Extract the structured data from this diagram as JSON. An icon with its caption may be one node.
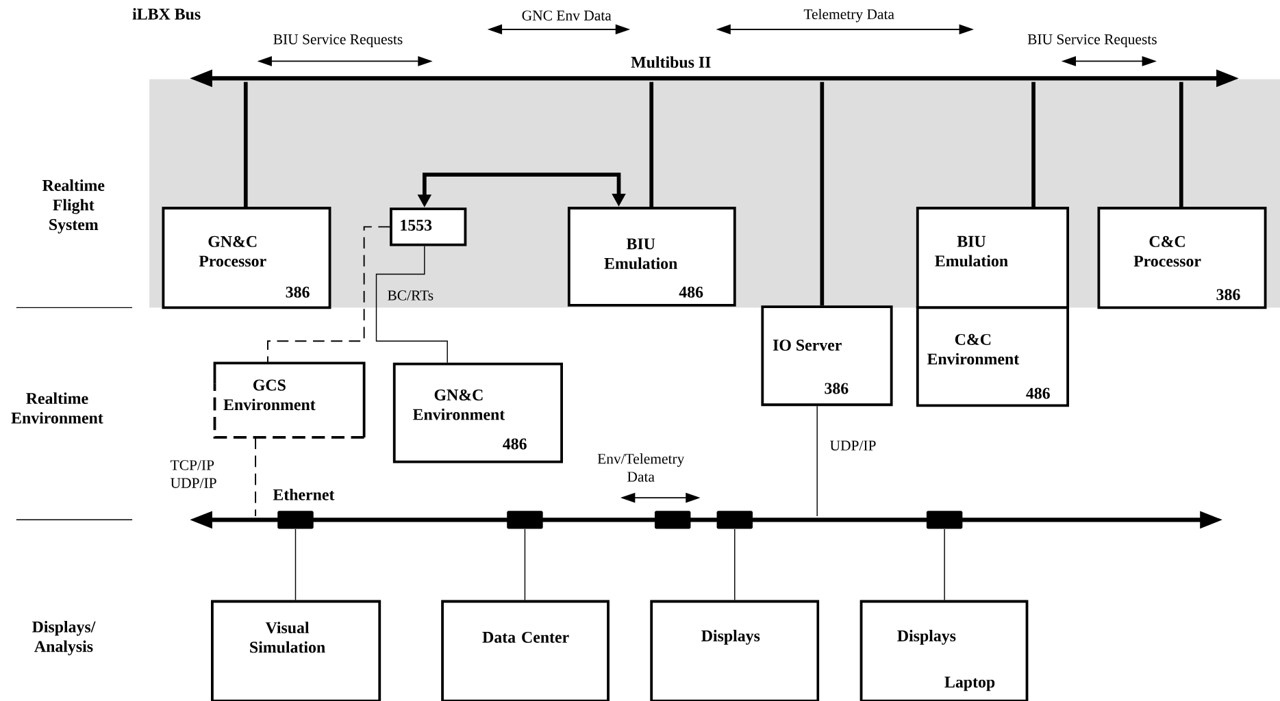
{
  "diagram": {
    "nodes": [
      {
        "text": [
          "GN&C Processor",
          "386"
        ]
      },
      {
        "text": [
          "1553"
        ]
      },
      {
        "text": [
          "BIU Emulation",
          "486"
        ]
      },
      {
        "text": [
          "BIU Emulation"
        ]
      },
      {
        "text": [
          "C&C Environment",
          "486"
        ]
      },
      {
        "text": [
          "C&C Processor",
          "386"
        ]
      },
      {
        "text": [
          "IO Server",
          "386"
        ]
      },
      {
        "text": [
          "GCS Environment"
        ]
      },
      {
        "text": [
          "GN&C Environment",
          "486"
        ]
      },
      {
        "text": [
          "Visual Simulation"
        ]
      },
      {
        "text": [
          "Data Center"
        ]
      },
      {
        "text": [
          "Displays"
        ]
      },
      {
        "text": [
          "Displays",
          "Laptop"
        ]
      },
      {
        "text": [
          "Multibus II"
        ]
      },
      {
        "text": [
          "Ethernet"
        ]
      },
      {
        "text": [],
        "shape": "box"
      },
      {
        "text": [],
        "shape": "box"
      },
      {
        "text": [],
        "shape": "box"
      },
      {
        "text": [],
        "shape": "box"
      },
      {
        "text": [],
        "shape": "box"
      }
    ],
    "edges": [
      {
        "from": 13,
        "to": 0,
        "arrow": "none",
        "style": "thick"
      },
      {
        "from": 13,
        "to": 2,
        "arrow": "none",
        "style": "thick"
      },
      {
        "from": 13,
        "to": 6,
        "arrow": "none",
        "style": "thick"
      },
      {
        "from": 13,
        "to": 3,
        "arrow": "none",
        "style": "thick"
      },
      {
        "from": 13,
        "to": 5,
        "arrow": "none",
        "style": "thick"
      },
      {
        "from": 1,
        "to": 2,
        "arrow": "both",
        "style": "thick"
      },
      {
        "from": 1,
        "to": 8,
        "arrow": "none"
      },
      {
        "from": 1,
        "to": 7,
        "arrow": "none",
        "style": "dashed"
      },
      {
        "from": 7,
        "to": 14,
        "arrow": "none",
        "style": "dashed",
        "label": "TCP/IP UDP/IP"
      },
      {
        "from": 6,
        "to": 14,
        "arrow": "none",
        "label": "UDP/IP"
      },
      {
        "from": 15,
        "to": 9,
        "arrow": "none"
      },
      {
        "from": 16,
        "to": 10,
        "arrow": "none"
      },
      {
        "from": 18,
        "to": 11,
        "arrow": "none"
      },
      {
        "from": 19,
        "to": 12,
        "arrow": "none"
      }
    ],
    "labels": [
      "iLBX Bus",
      "GNC Env Data",
      "Telemetry Data",
      "BIU Service Requests",
      "BIU Service Requests",
      "Realtime Flight System",
      "BC/RTs",
      "Realtime Environment",
      "Env/Telemetry Data",
      "Displays/ Analysis"
    ]
  }
}
